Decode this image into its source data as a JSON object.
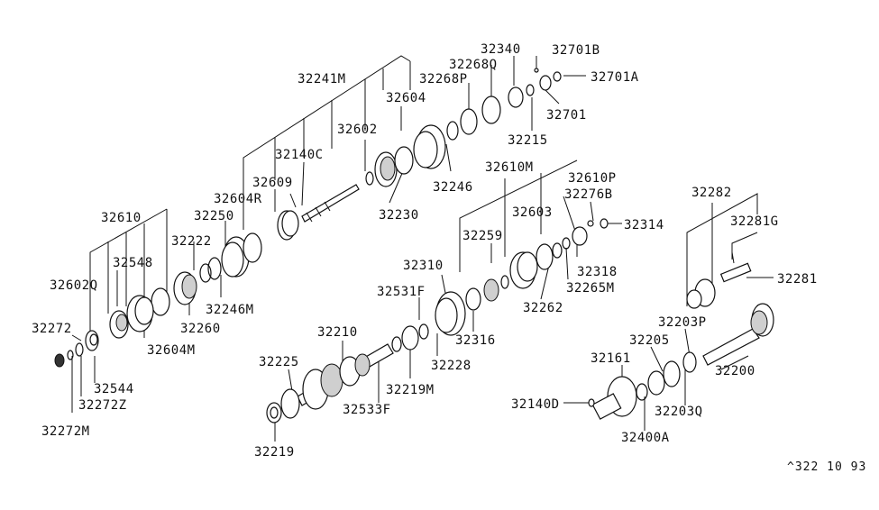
{
  "diagram": {
    "labels": {
      "p32241M": "32241M",
      "p32340": "32340",
      "p32701B": "32701B",
      "p32268Q": "32268Q",
      "p32268P": "32268P",
      "p32701A": "32701A",
      "p32604": "32604",
      "p32701": "32701",
      "p32602": "32602",
      "p32215": "32215",
      "p32140C": "32140C",
      "p32246": "32246",
      "p32609": "32609",
      "p32610M": "32610M",
      "p32610P": "32610P",
      "p32604R": "32604R",
      "p32276B": "32276B",
      "p32230": "32230",
      "p32603": "32603",
      "p32282": "32282",
      "p32250": "32250",
      "p32314": "32314",
      "p32610": "32610",
      "p32281G": "32281G",
      "p32259": "32259",
      "p32222": "32222",
      "p32548": "32548",
      "p32310": "32310",
      "p32318": "32318",
      "p32281": "32281",
      "p32602Q": "32602Q",
      "p32531F": "32531F",
      "p32265M": "32265M",
      "p32246M": "32246M",
      "p32262": "32262",
      "p32203P": "32203P",
      "p32260": "32260",
      "p32272": "32272",
      "p32210": "32210",
      "p32316": "32316",
      "p32205": "32205",
      "p32604M": "32604M",
      "p32200": "32200",
      "p32225": "32225",
      "p32228": "32228",
      "p32161": "32161",
      "p32544": "32544",
      "p32219M": "32219M",
      "p32272Z": "32272Z",
      "p32203Q": "32203Q",
      "p32140D": "32140D",
      "p32533F": "32533F",
      "p32272M": "32272M",
      "p32400A": "32400A",
      "p32219": "32219"
    },
    "footer_code": "^322 10 93"
  }
}
